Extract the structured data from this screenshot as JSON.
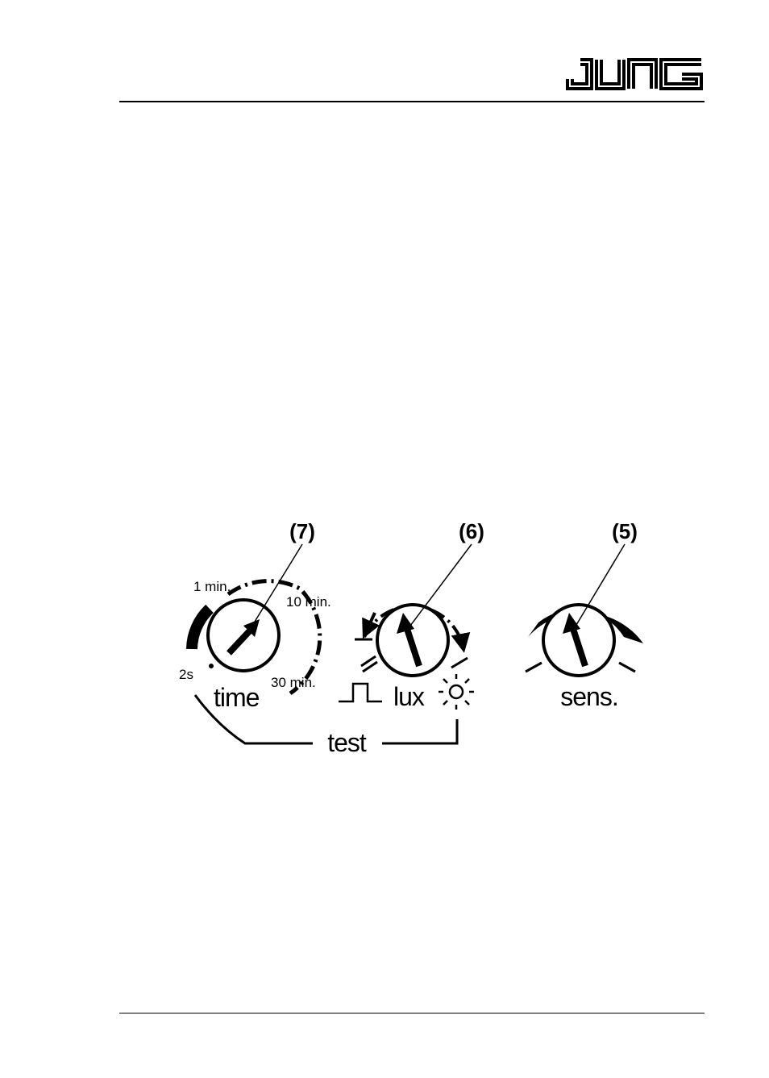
{
  "header": {
    "brand": "JUNG"
  },
  "figure": {
    "callouts": [
      "(7)",
      "(6)",
      "(5)"
    ],
    "time_dial": {
      "label": "time",
      "marks": [
        "1 min.",
        "10 min.",
        "2s",
        "30 min."
      ]
    },
    "lux_dial": {
      "label": "lux"
    },
    "sens_dial": {
      "label": "sens."
    },
    "test_label": "test"
  }
}
